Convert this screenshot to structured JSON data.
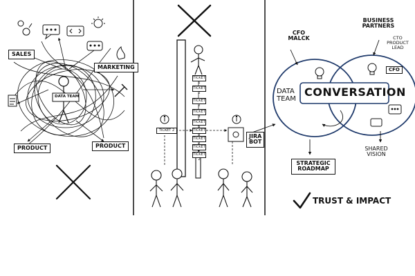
{
  "colors": {
    "ink": "#111111",
    "accent": "#1f3a6b",
    "background": "#ffffff"
  },
  "panel_left": {
    "center_label": "DATA TEAM",
    "labels": [
      "SALES",
      "MARKETING",
      "PRODUCT",
      "PRODUCT"
    ],
    "verdict_icon": "x-mark-icon"
  },
  "panel_middle": {
    "tickets": [
      "TICKET 1",
      "TICKET 2",
      "TICKET 2",
      "TICKET 3",
      "TICKET 5",
      "TICKET 3",
      "TICKET 2",
      "TICKET 2",
      "TICKET 2"
    ],
    "ticket_side": "TICKET 2",
    "jira_label": "JIRA BOT",
    "verdict_icon": "x-mark-icon"
  },
  "panel_right": {
    "center_label": "CONVERSATION",
    "data_team": "DATA TEAM",
    "cfo_top": "CFO MALCK",
    "business_partners": "BUSINESS PARTNERS",
    "cto": "CTO PRODUCT LEAD",
    "cfo_badge": "CFO",
    "strategic": "STRATEGIC ROADMAP",
    "shared": "SHARED VISION",
    "result": "TRUST & IMPACT",
    "result_icon": "checkmark-icon"
  }
}
